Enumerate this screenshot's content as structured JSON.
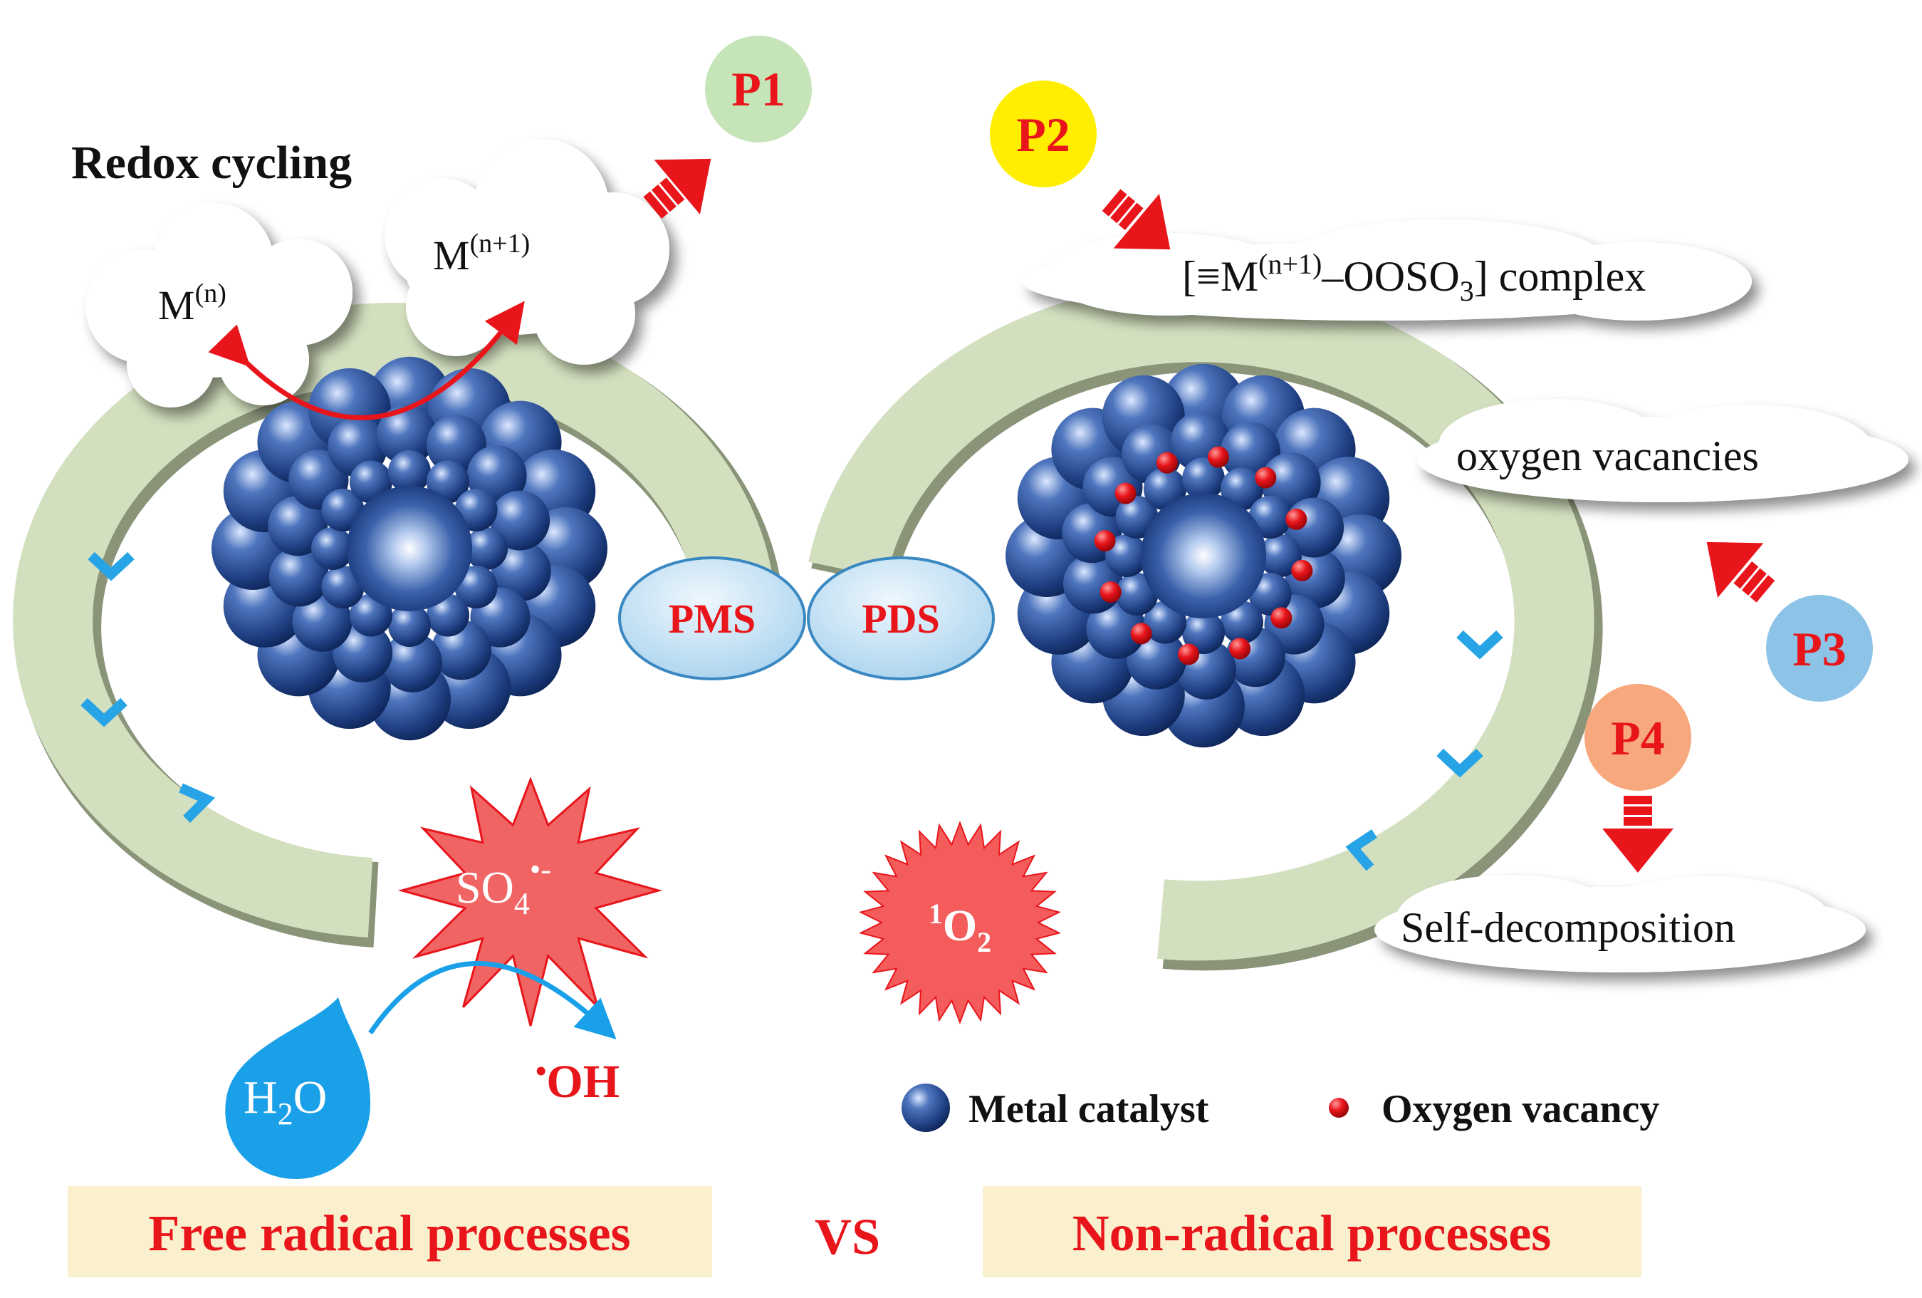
{
  "colors": {
    "red": "#e8151b",
    "sphere_dark": "#1f3f82",
    "sphere_light": "#5f86c8",
    "track": "#d3e0bf",
    "cloud": "#ffffff",
    "chevron": "#27a4e6",
    "badge_bg": "#faf0cd",
    "water": "#1aa0e8",
    "p1_fill": "#c5e5b8",
    "p2_fill": "#ffee00",
    "p3_fill": "#8cc3e6",
    "p4_fill": "#f7a87c"
  },
  "left": {
    "heading": "Redox cycling",
    "m_n_base": "M",
    "m_n_sup": "(n)",
    "m_n1_base": "M",
    "m_n1_sup": "(n+1)"
  },
  "pointers": {
    "p1": "P1",
    "p2": "P2",
    "p3": "P3",
    "p4": "P4"
  },
  "right": {
    "complex_prefix": "[≡M",
    "complex_sup": "(n+1)",
    "complex_mid": "–OOSO",
    "complex_sub": "3",
    "complex_suffix": "] complex",
    "vacancies": "oxygen vacancies",
    "self_decomp": "Self-decomposition"
  },
  "center": {
    "pms": "PMS",
    "pds": "PDS"
  },
  "species": {
    "so4_base": "SO",
    "so4_sub": "4",
    "so4_sup": "•-",
    "h2o_h": "H",
    "h2o_sub": "2",
    "h2o_o": "O",
    "oh_dot": "•",
    "oh": "OH",
    "singlet_sup": "1",
    "singlet_o": "O",
    "singlet_sub": "2"
  },
  "legend": {
    "metal": "Metal catalyst",
    "vacancy": "Oxygen vacancy"
  },
  "footer": {
    "left": "Free radical processes",
    "vs": "VS",
    "right": "Non-radical processes"
  }
}
